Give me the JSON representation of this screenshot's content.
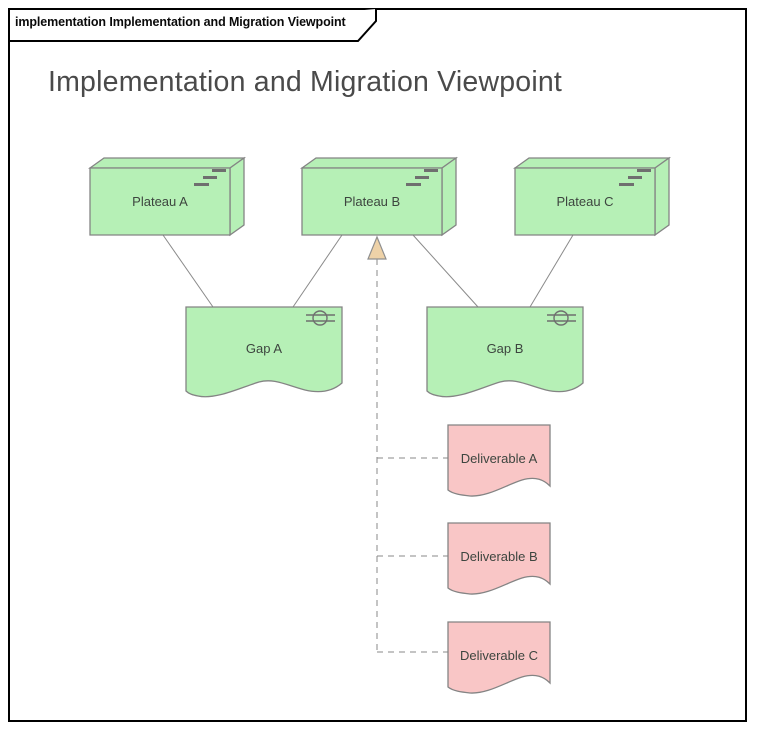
{
  "frame": {
    "tab_label": "implementation Implementation and Migration Viewpoint"
  },
  "title": "Implementation and Migration Viewpoint",
  "diagram": {
    "plateaus": [
      {
        "label": "Plateau A"
      },
      {
        "label": "Plateau B"
      },
      {
        "label": "Plateau C"
      }
    ],
    "gaps": [
      {
        "label": "Gap A"
      },
      {
        "label": "Gap B"
      }
    ],
    "deliverables": [
      {
        "label": "Deliverable A"
      },
      {
        "label": "Deliverable B"
      },
      {
        "label": "Deliverable C"
      }
    ],
    "icons": {
      "plateau": "plateau-steps-icon",
      "gap": "gap-circle-icon"
    }
  },
  "colors": {
    "plateau_fill": "#b6f0b6",
    "gap_fill": "#b6f0b6",
    "deliverable_fill": "#f9c6c6",
    "shape_border": "#848484",
    "connector": "#8a8a8a",
    "arrow_fill": "#eed2a8",
    "frame_border": "#000000",
    "title_text": "#4a4a4a",
    "label_text": "#3d453f"
  }
}
